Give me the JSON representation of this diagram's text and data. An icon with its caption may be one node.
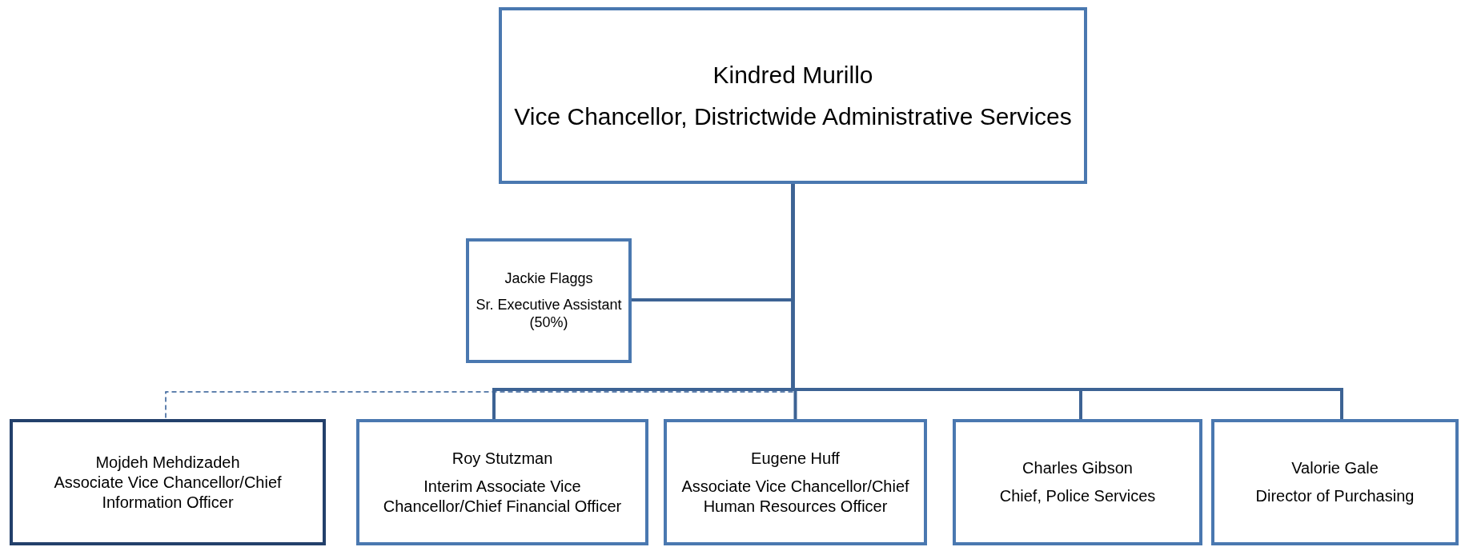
{
  "diagram": {
    "nodes": [
      {
        "text": [
          "Kindred Murillo",
          "Vice Chancellor, Districtwide Administrative Services"
        ]
      },
      {
        "text": [
          "Jackie Flaggs",
          "Sr. Executive Assistant (50%)"
        ]
      },
      {
        "text": [
          "Mojdeh Mehdizadeh",
          "Associate Vice Chancellor/Chief Information Officer"
        ]
      },
      {
        "text": [
          "Roy Stutzman",
          "Interim Associate Vice Chancellor/Chief Financial Officer"
        ]
      },
      {
        "text": [
          "Eugene Huff",
          "Associate Vice Chancellor/Chief Human Resources Officer"
        ]
      },
      {
        "text": [
          "Charles Gibson",
          "Chief, Police Services"
        ]
      },
      {
        "text": [
          "Valorie Gale",
          "Director of Purchasing"
        ]
      }
    ],
    "edges": [
      {
        "from": 0,
        "to": 1,
        "arrow": "none"
      },
      {
        "from": 0,
        "to": 2,
        "arrow": "none",
        "style": "dashed"
      },
      {
        "from": 0,
        "to": 3,
        "arrow": "none"
      },
      {
        "from": 0,
        "to": 4,
        "arrow": "none"
      },
      {
        "from": 0,
        "to": 5,
        "arrow": "none"
      },
      {
        "from": 0,
        "to": 6,
        "arrow": "none"
      }
    ]
  }
}
